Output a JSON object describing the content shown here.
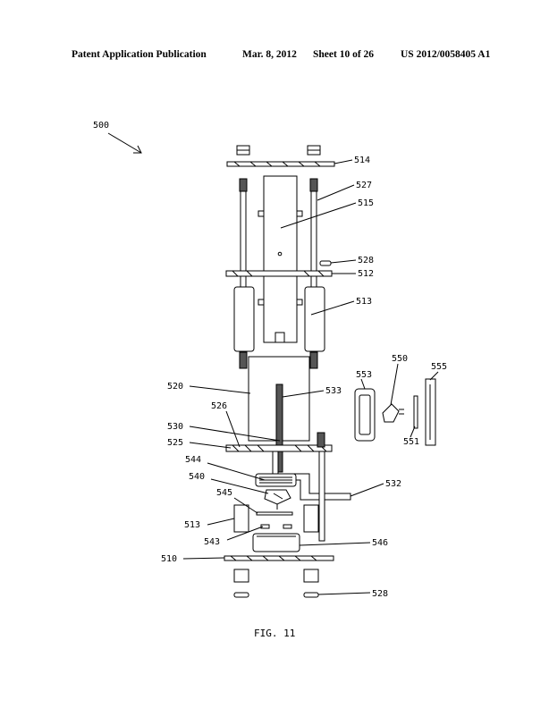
{
  "header": {
    "publication": "Patent Application Publication",
    "date": "Mar. 8, 2012",
    "sheet": "Sheet 10 of 26",
    "number": "US 2012/0058405 A1"
  },
  "figure": {
    "caption": "FIG. 11",
    "reference_numeral": "500",
    "labels": {
      "l514": "514",
      "l527": "527",
      "l515": "515",
      "l528a": "528",
      "l512": "512",
      "l513a": "513",
      "l520": "520",
      "l533": "533",
      "l553": "553",
      "l550": "550",
      "l555": "555",
      "l526": "526",
      "l530": "530",
      "l525": "525",
      "l551": "551",
      "l544": "544",
      "l540": "540",
      "l532": "532",
      "l545": "545",
      "l513b": "513",
      "l543": "543",
      "l546": "546",
      "l510": "510",
      "l528b": "528"
    }
  }
}
